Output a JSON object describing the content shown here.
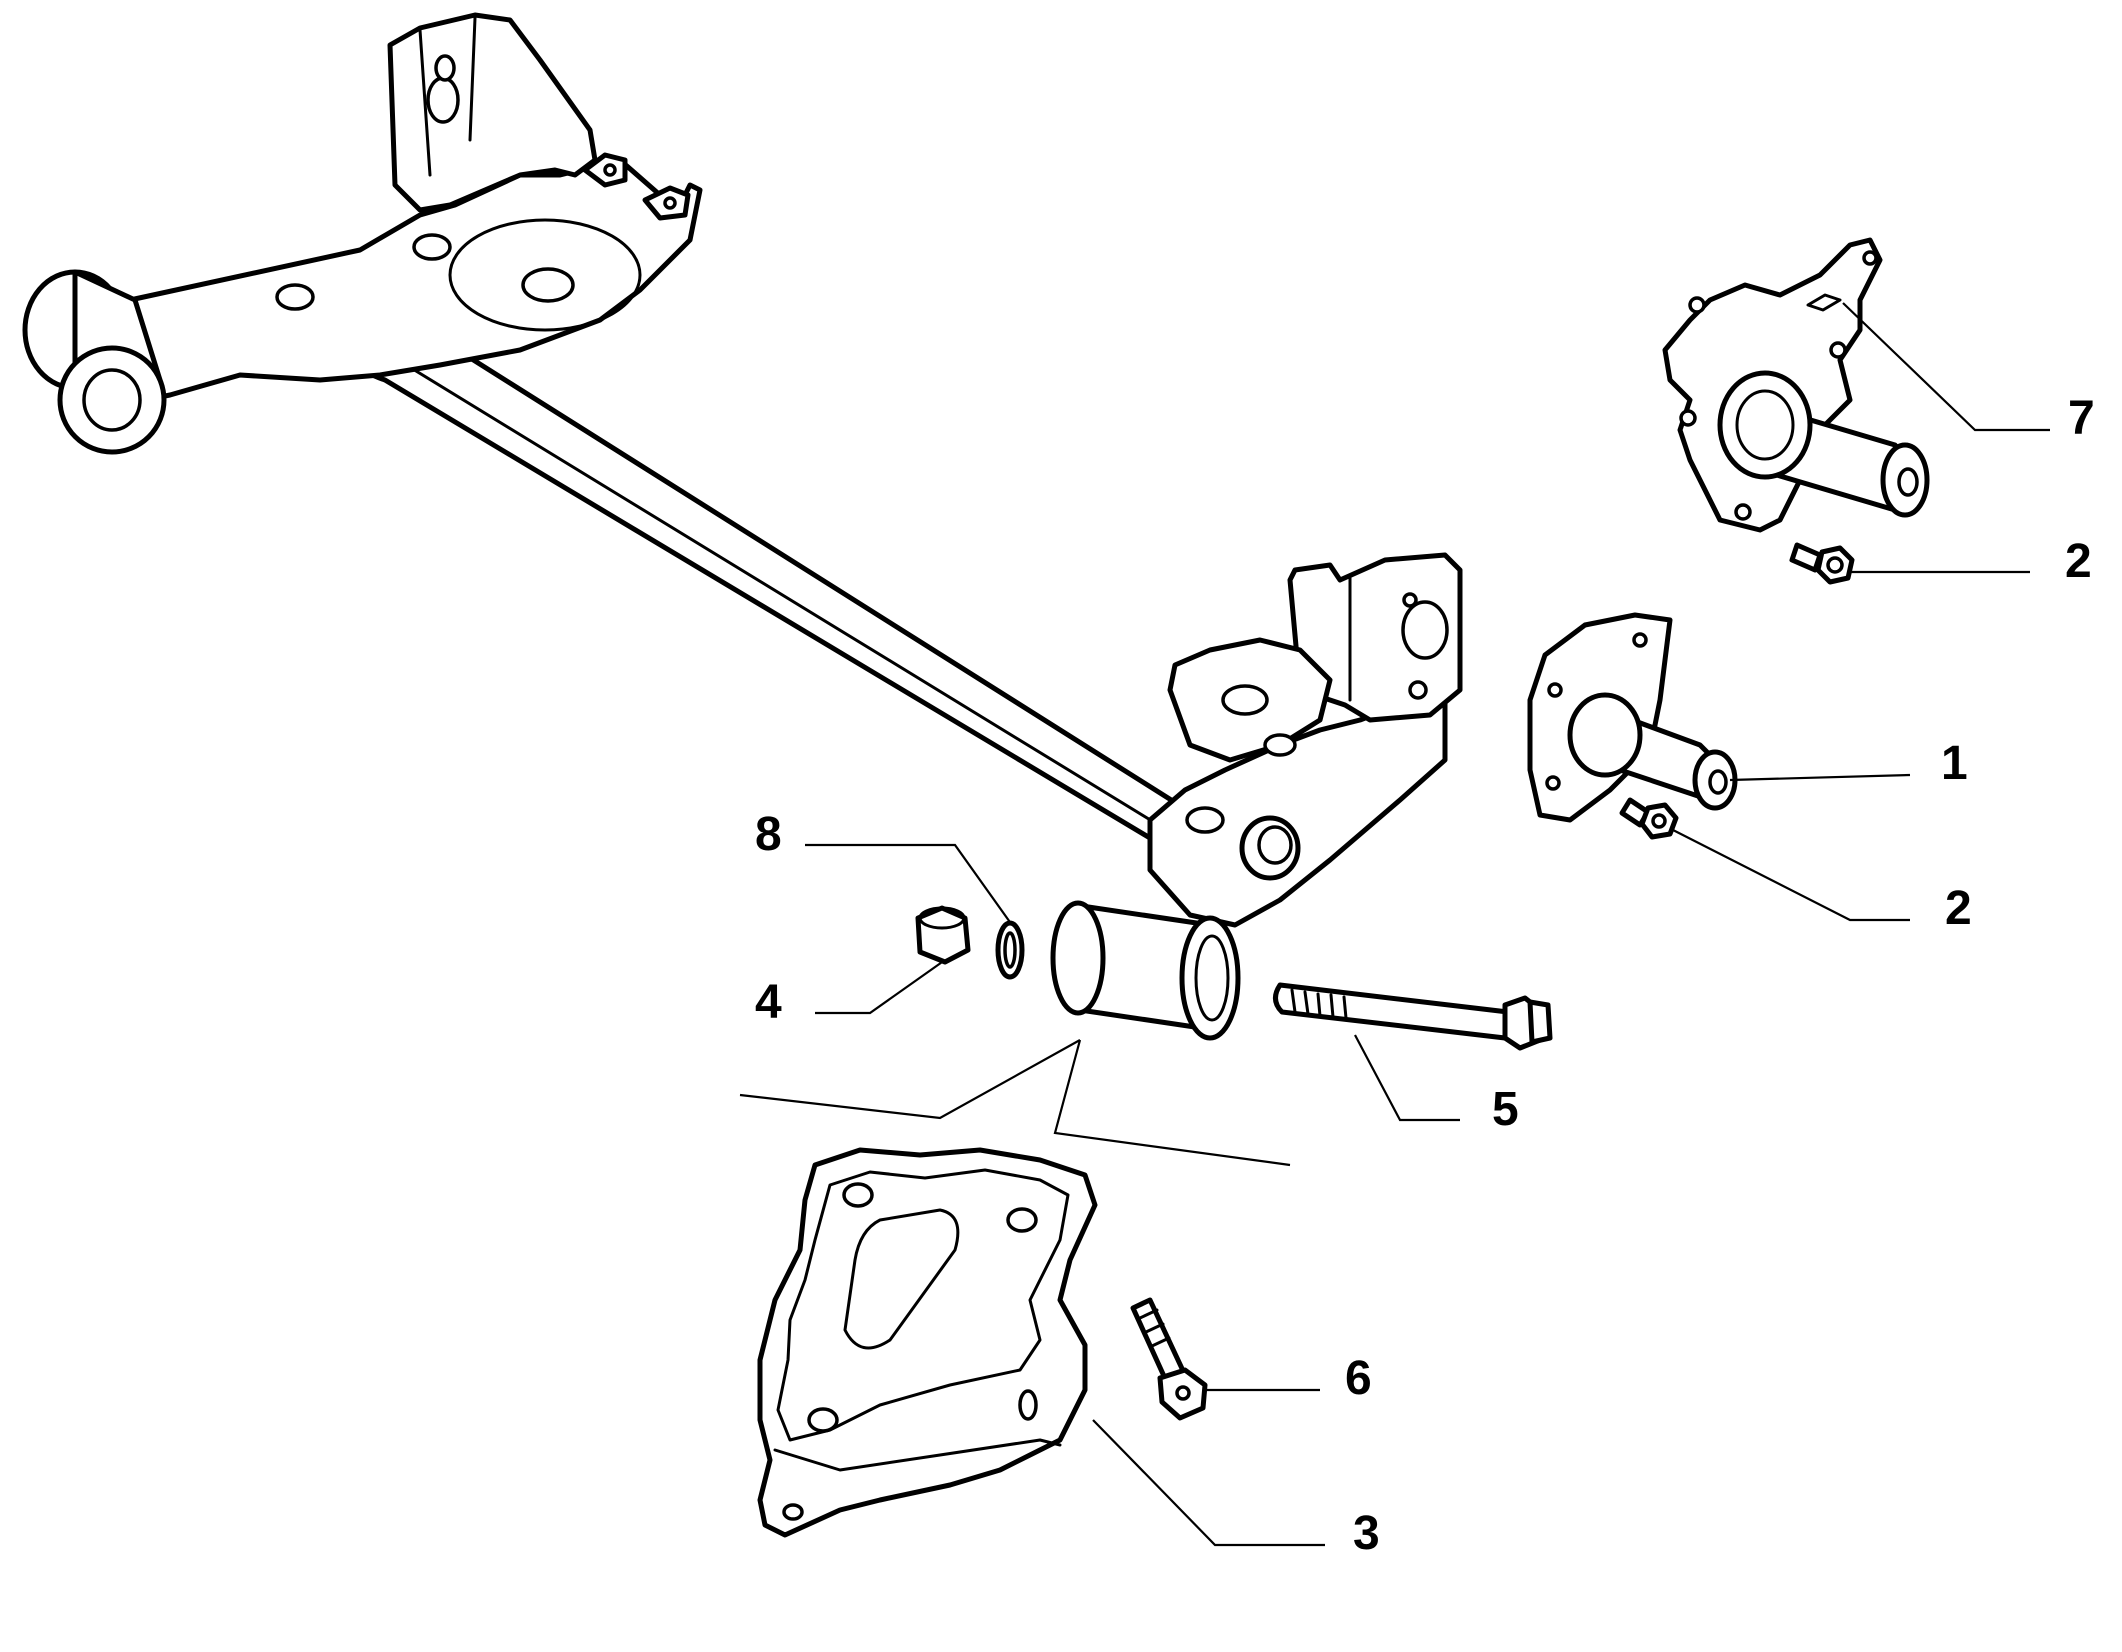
{
  "callouts": {
    "c1": "1",
    "c2a": "2",
    "c2b": "2",
    "c3": "3",
    "c4": "4",
    "c5": "5",
    "c6": "6",
    "c7": "7",
    "c8": "8"
  },
  "colors": {
    "ink": "#000000",
    "paper": "#ffffff"
  }
}
